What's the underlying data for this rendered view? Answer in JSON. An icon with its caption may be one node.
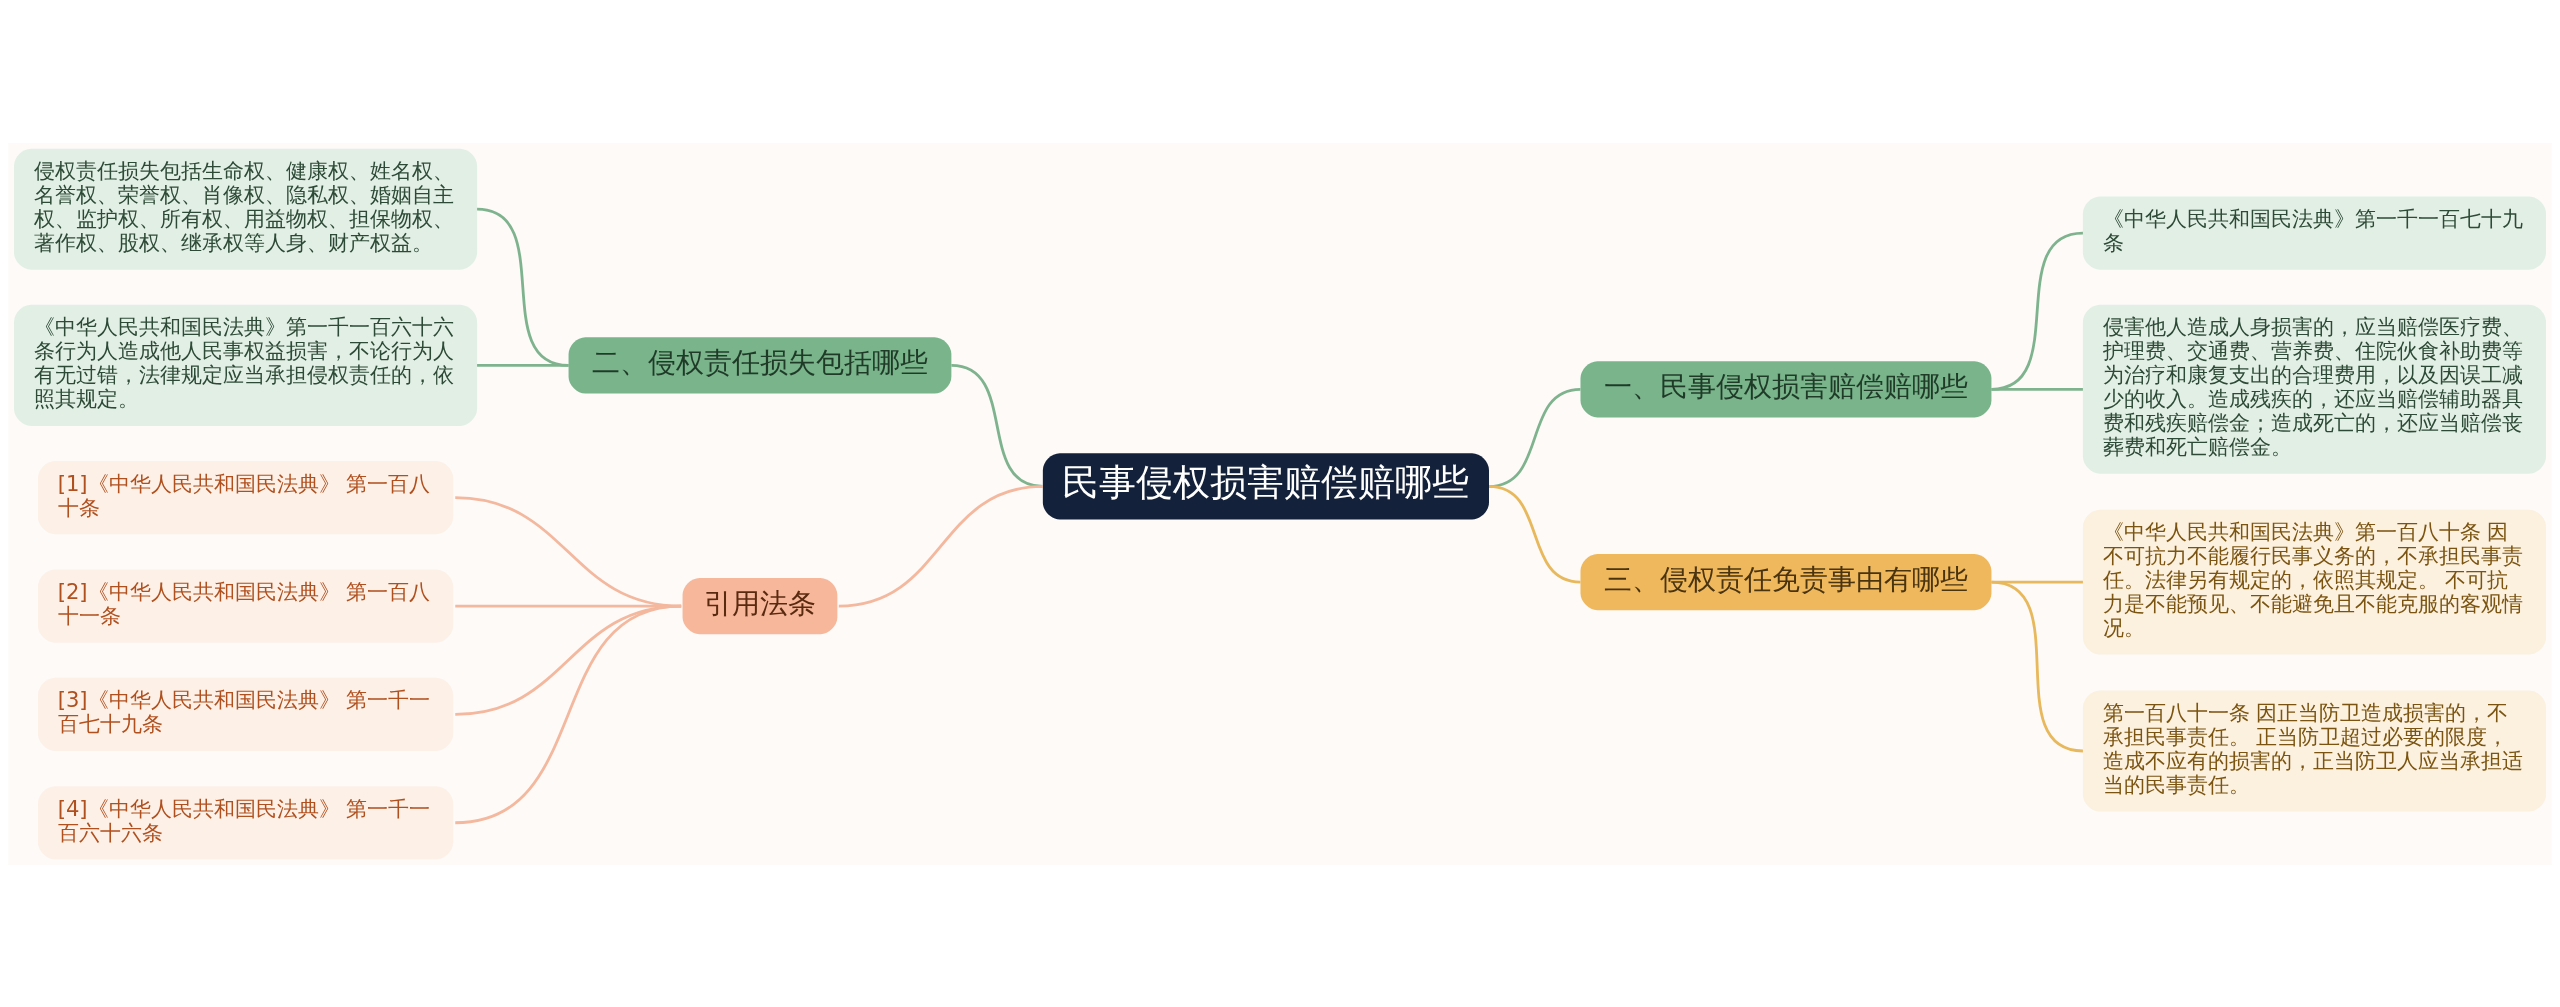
{
  "diagram": {
    "nodes": [
      {
        "text": [
          "民事侵权损害赔偿赔哪些"
        ]
      },
      {
        "text": [
          "一、民事侵权损害赔偿赔哪些"
        ]
      },
      {
        "text": [
          "《中华人民共和国民法典》第一千一百七十九条"
        ]
      },
      {
        "text": [
          "侵害他人造成人身损害的，应当赔偿医疗费、护理费、交通费、营养费、住院伙食补助费等为治疗和康复支出的合理费用，以及因误工减少的收入。造成残疾的，还应当赔偿辅助器具费和残疾赔偿金；造成死亡的，还应当赔偿丧葬费和死亡赔偿金。"
        ]
      },
      {
        "text": [
          "三、侵权责任免责事由有哪些"
        ]
      },
      {
        "text": [
          "《中华人民共和国民法典》第一百八十条 因不可抗力不能履行民事义务的，不承担民事责任。法律另有规定的，依照其规定。 不可抗力是不能预见、不能避免且不能克服的客观情况。"
        ]
      },
      {
        "text": [
          "第一百八十一条 因正当防卫造成损害的，不承担民事责任。 正当防卫超过必要的限度，造成不应有的损害的，正当防卫人应当承担适当的民事责任。"
        ]
      },
      {
        "text": [
          "二、侵权责任损失包括哪些"
        ]
      },
      {
        "text": [
          "侵权责任损失包括生命权、健康权、姓名权、名誉权、荣誉权、肖像权、隐私权、婚姻自主权、监护权、所有权、用益物权、担保物权、著作权、股权、继承权等人身、财产权益。"
        ]
      },
      {
        "text": [
          "《中华人民共和国民法典》第一千一百六十六条行为人造成他人民事权益损害，不论行为人有无过错，法律规定应当承担侵权责任的，依照其规定。"
        ]
      },
      {
        "text": [
          "引用法条"
        ]
      },
      {
        "text": [
          "[1]《中华人民共和国民法典》 第一百八十条"
        ]
      },
      {
        "text": [
          "[2]《中华人民共和国民法典》 第一百八十一条"
        ]
      },
      {
        "text": [
          "[3]《中华人民共和国民法典》 第一千一百七十九条"
        ]
      },
      {
        "text": [
          "[4]《中华人民共和国民法典》 第一千一百六十六条"
        ]
      }
    ],
    "edges": [
      {
        "from": 0,
        "to": 1,
        "arrow": "none"
      },
      {
        "from": 1,
        "to": 2,
        "arrow": "none"
      },
      {
        "from": 1,
        "to": 3,
        "arrow": "none"
      },
      {
        "from": 0,
        "to": 4,
        "arrow": "none",
        "color": "#e8b85c"
      },
      {
        "from": 4,
        "to": 5,
        "arrow": "none",
        "color": "#e8b85c"
      },
      {
        "from": 4,
        "to": 6,
        "arrow": "none",
        "color": "#e8b85c"
      },
      {
        "from": 0,
        "to": 7,
        "arrow": "none"
      },
      {
        "from": 7,
        "to": 8,
        "arrow": "none"
      },
      {
        "from": 7,
        "to": 9,
        "arrow": "none"
      },
      {
        "from": 0,
        "to": 10,
        "arrow": "none",
        "color": "#f3b89e"
      },
      {
        "from": 10,
        "to": 11,
        "arrow": "none",
        "color": "#f3b89e"
      },
      {
        "from": 10,
        "to": 12,
        "arrow": "none",
        "color": "#f3b89e"
      },
      {
        "from": 10,
        "to": 13,
        "arrow": "none",
        "color": "#f3b89e"
      },
      {
        "from": 10,
        "to": 14,
        "arrow": "none",
        "color": "#f3b89e"
      }
    ]
  }
}
